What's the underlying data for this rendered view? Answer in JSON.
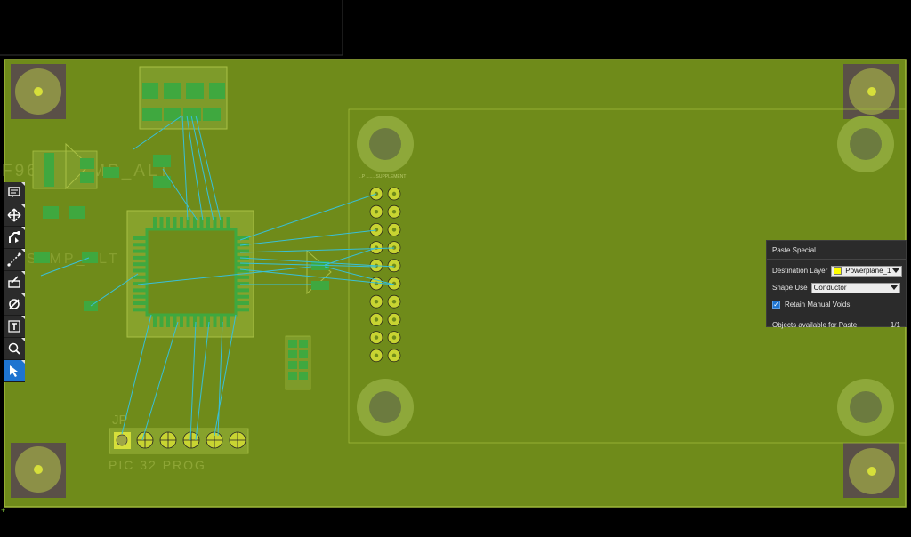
{
  "board": {
    "silkscreen_top": "F96K_SLMP_ALT",
    "silkscreen_mid": "SLMP_ALT",
    "connector_label": "JP",
    "header_label": "PIC 32 PROG",
    "pin_header_caption": "..P ........SUPPLEMENT"
  },
  "colors": {
    "board": "#6f8b1a",
    "copper": "#3fa83f",
    "ratsnest": "#38c0d8",
    "pad": "#c8d432",
    "mount_hole": "#5a5047",
    "powerplane_swatch": "#ffff00"
  },
  "toolbar": {
    "tools": [
      {
        "name": "comment-icon"
      },
      {
        "name": "move-icon"
      },
      {
        "name": "interactive-routing-icon"
      },
      {
        "name": "route-multiple-icon"
      },
      {
        "name": "place-fill-icon"
      },
      {
        "name": "place-via-icon"
      },
      {
        "name": "place-text-icon"
      },
      {
        "name": "zoom-icon"
      },
      {
        "name": "select-icon"
      }
    ],
    "active": "select-icon"
  },
  "paste_special": {
    "title": "Paste Special",
    "destination_layer_label": "Destination Layer",
    "destination_layer_value": "Powerplane_1",
    "shape_use_label": "Shape Use",
    "shape_use_value": "Conductor",
    "retain_voids_label": "Retain Manual Voids",
    "retain_voids_checked": true,
    "objects_label": "Objects available for Paste",
    "objects_count": "1/1"
  }
}
